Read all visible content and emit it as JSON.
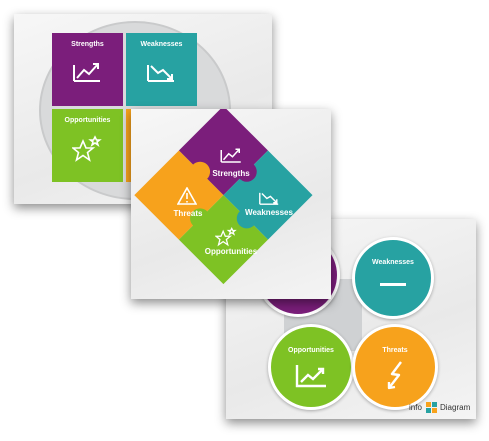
{
  "colors": {
    "strengths": "#7b1e7b",
    "weaknesses": "#27a2a2",
    "opportunities": "#7ec224",
    "threats": "#f7a21c"
  },
  "slide1": {
    "strengths": "Strengths",
    "weaknesses": "Weaknesses",
    "opportunities": "Opportunities"
  },
  "slide2": {
    "strengths": "Strengths",
    "weaknesses": "Weaknesses",
    "threats": "Threats",
    "opportunities": "Opportunities"
  },
  "slide3": {
    "weaknesses": "Weaknesses",
    "opportunities": "Opportunities",
    "threats": "Threats"
  },
  "brand": {
    "prefix": "info",
    "suffix": "Diagram"
  },
  "icons": {
    "strengths": "trend-up-chart-icon",
    "weaknesses": "trend-down-chart-icon",
    "opportunities": "stars-icon",
    "threats": "warning-triangle-icon",
    "weaknesses_circle": "minus-icon",
    "opportunities_circle": "rising-line-chart-icon",
    "threats_circle": "lightning-icon"
  }
}
